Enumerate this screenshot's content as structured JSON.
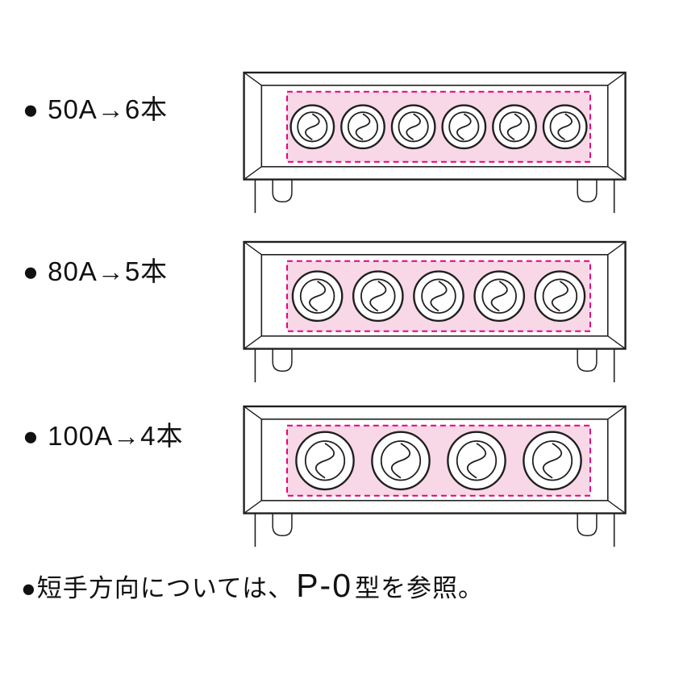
{
  "colors": {
    "background": "#ffffff",
    "line": "#1f1f1f",
    "pink_fill": "#f8d7e6",
    "magenta": "#e5007f",
    "pipe_fill": "#ffffff"
  },
  "rows": [
    {
      "label": "● 50A→6本",
      "nominal_size": "50A",
      "pipe_count": 6
    },
    {
      "label": "● 80A→5本",
      "nominal_size": "80A",
      "pipe_count": 5
    },
    {
      "label": "● 100A→4本",
      "nominal_size": "100A",
      "pipe_count": 4
    }
  ],
  "note": {
    "prefix": "●短手方向については、",
    "ref": "P-0",
    "suffix": "型を参照。"
  }
}
